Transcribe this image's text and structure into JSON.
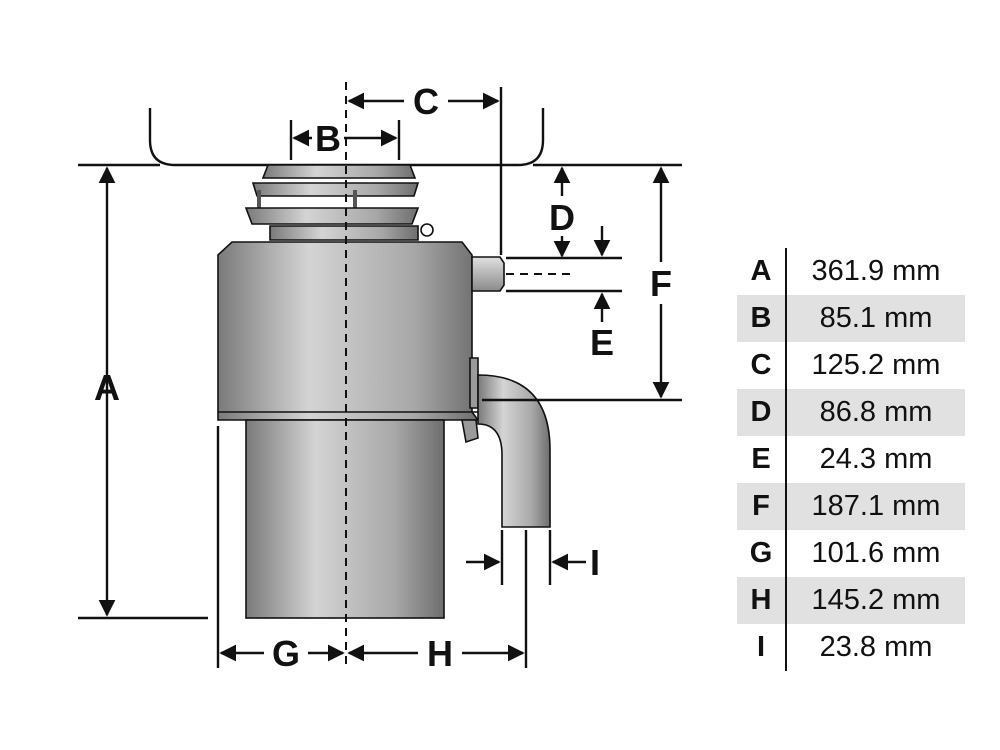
{
  "labels": {
    "a": "A",
    "b": "B",
    "c": "C",
    "d": "D",
    "e": "E",
    "f": "F",
    "g": "G",
    "h": "H",
    "i": "I"
  },
  "table": [
    {
      "key": "A",
      "value": "361.9 mm"
    },
    {
      "key": "B",
      "value": "85.1 mm"
    },
    {
      "key": "C",
      "value": "125.2 mm"
    },
    {
      "key": "D",
      "value": "86.8 mm"
    },
    {
      "key": "E",
      "value": "24.3 mm"
    },
    {
      "key": "F",
      "value": "187.1 mm"
    },
    {
      "key": "G",
      "value": "101.6 mm"
    },
    {
      "key": "H",
      "value": "145.2 mm"
    },
    {
      "key": "I",
      "value": "23.8 mm"
    }
  ],
  "colors": {
    "ink": "#111111",
    "shade": "#e1e1e1",
    "steel_dark": "#7d7d7d",
    "steel_light": "#d0d0d0"
  }
}
